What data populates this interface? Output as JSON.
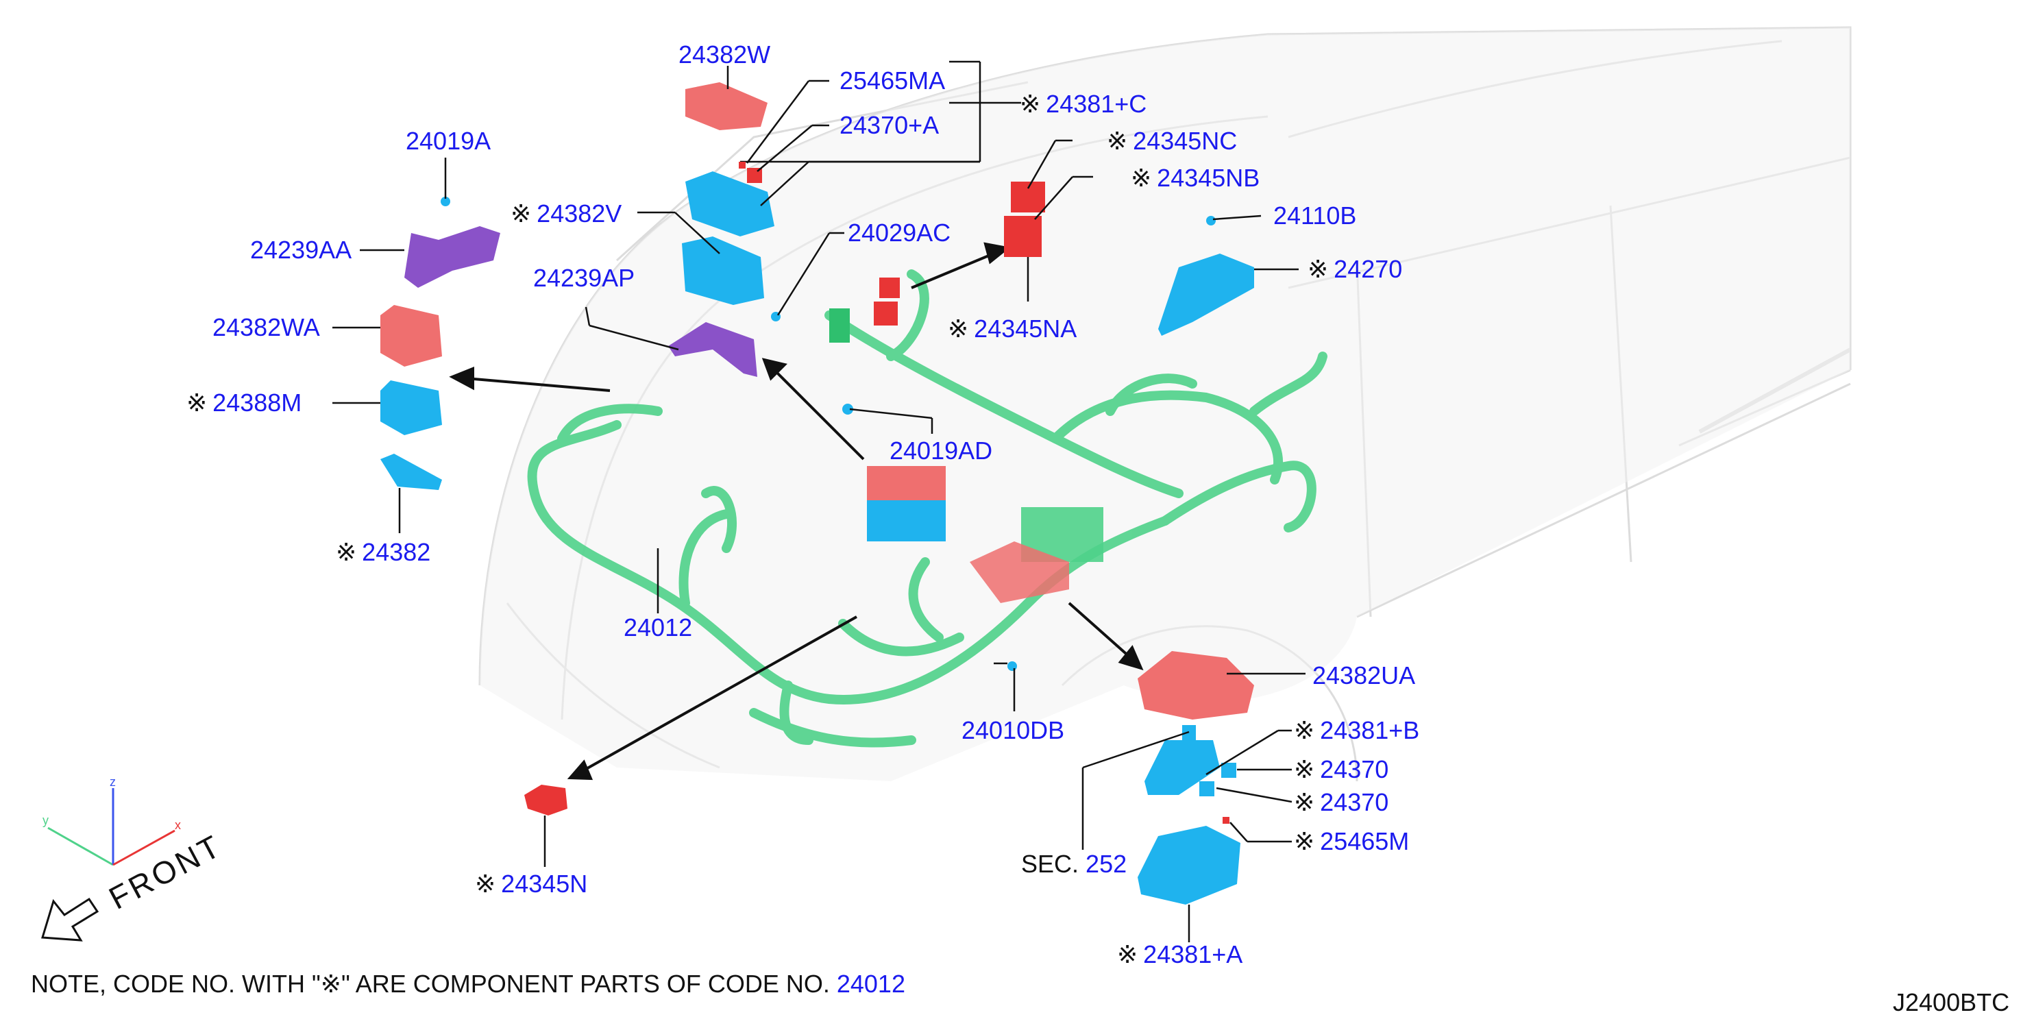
{
  "colors": {
    "label": "#1a1aee",
    "text": "#111111",
    "harness": "#4fd28a",
    "red_part": "#e83535",
    "pink_part": "#ef6f6f",
    "blue_part": "#1fb3ee",
    "purple_part": "#8a52c8",
    "car_outline": "#d9d9d9"
  },
  "mark_symbol": "※",
  "labels": [
    {
      "code": "24382W",
      "marked": false
    },
    {
      "code": "25465MA",
      "marked": false
    },
    {
      "code": "24381+C",
      "marked": true
    },
    {
      "code": "24370+A",
      "marked": false
    },
    {
      "code": "24345NC",
      "marked": true
    },
    {
      "code": "24345NB",
      "marked": true
    },
    {
      "code": "24019A",
      "marked": false
    },
    {
      "code": "24382V",
      "marked": true
    },
    {
      "code": "24029AC",
      "marked": false
    },
    {
      "code": "24110B",
      "marked": false
    },
    {
      "code": "24239AA",
      "marked": false
    },
    {
      "code": "24239AP",
      "marked": false
    },
    {
      "code": "24270",
      "marked": true
    },
    {
      "code": "24382WA",
      "marked": false
    },
    {
      "code": "24345NA",
      "marked": true
    },
    {
      "code": "24388M",
      "marked": true
    },
    {
      "code": "24019AD",
      "marked": false
    },
    {
      "code": "24382",
      "marked": true
    },
    {
      "code": "24012",
      "marked": false
    },
    {
      "code": "24382UA",
      "marked": false
    },
    {
      "code": "24010DB",
      "marked": false
    },
    {
      "code": "24381+B",
      "marked": true
    },
    {
      "code": "24370",
      "marked": true
    },
    {
      "code": "24370",
      "marked": true
    },
    {
      "code": "25465M",
      "marked": true
    },
    {
      "code": "24345N",
      "marked": true
    },
    {
      "code": "24381+A",
      "marked": true
    }
  ],
  "sec": {
    "prefix": "SEC.",
    "number": "252"
  },
  "front_text": "FRONT",
  "axes": {
    "x": "x",
    "y": "y",
    "z": "z"
  },
  "note": {
    "before": "NOTE, CODE NO. WITH  \"",
    "symbol": "※",
    "after": "\"  ARE COMPONENT PARTS OF CODE NO.",
    "code": "24012"
  },
  "figure_id": "J2400BTC"
}
